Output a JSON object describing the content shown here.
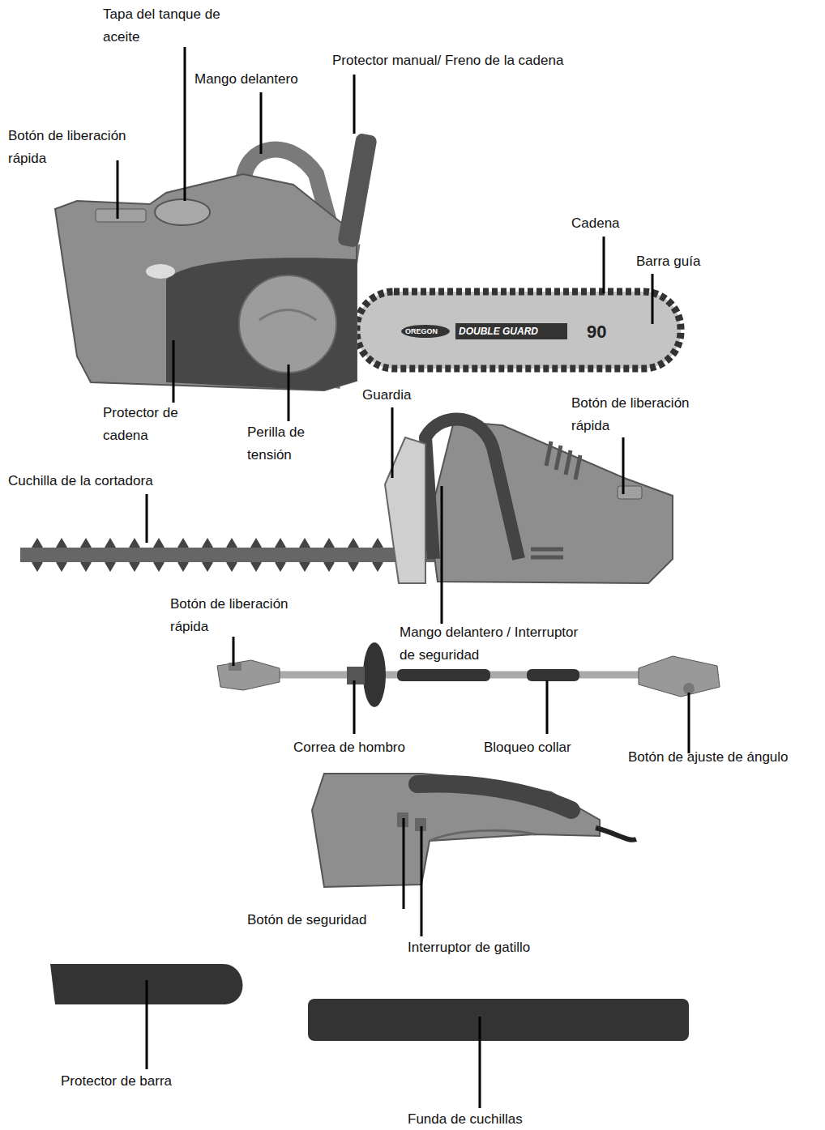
{
  "diagram": {
    "labels": [
      "Tapa del tanque de aceite",
      "Mango delantero",
      "Protector manual/ Freno de la cadena",
      "Botón de liberación rápida",
      "Cadena",
      "Barra guía",
      "Protector de cadena",
      "Perilla de tensión",
      "Guardia",
      "Botón de liberación rápida",
      "Cuchilla de la cortadora",
      "Botón de liberación rápida",
      "Mango delantero / Interruptor de seguridad",
      "Correa de hombro",
      "Bloqueo collar",
      "Botón de ajuste de ángulo",
      "Botón de seguridad",
      "Interruptor de gatillo",
      "Protector de barra",
      "Funda de cuchillas",
      "OREGON",
      "DOUBLE GUARD",
      "90"
    ]
  }
}
